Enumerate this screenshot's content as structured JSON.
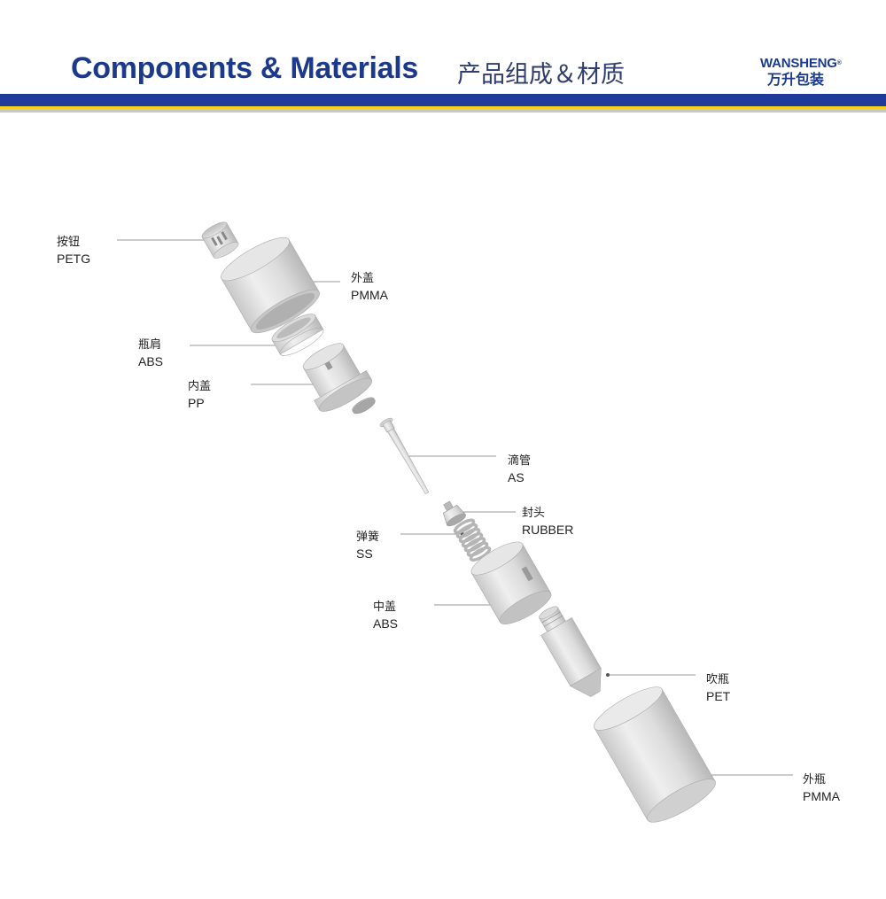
{
  "header": {
    "title_en": "Components & Materials",
    "title_cn": "产品组成＆材质",
    "logo_en": "WANSHENG",
    "logo_reg": "®",
    "logo_cn": "万升包装"
  },
  "colors": {
    "brand_blue": "#1f3a99",
    "accent_yellow": "#f2d21f",
    "part_grey": "#d9d9d9"
  },
  "parts": [
    {
      "cn": "按钮",
      "material": "PETG"
    },
    {
      "cn": "外盖",
      "material": "PMMA"
    },
    {
      "cn": "瓶肩",
      "material": "ABS"
    },
    {
      "cn": "内盖",
      "material": "PP"
    },
    {
      "cn": "滴管",
      "material": "AS"
    },
    {
      "cn": "封头",
      "material": "RUBBER"
    },
    {
      "cn": "弹簧",
      "material": "SS"
    },
    {
      "cn": "中盖",
      "material": "ABS"
    },
    {
      "cn": "吹瓶",
      "material": "PET"
    },
    {
      "cn": "外瓶",
      "material": "PMMA"
    }
  ]
}
